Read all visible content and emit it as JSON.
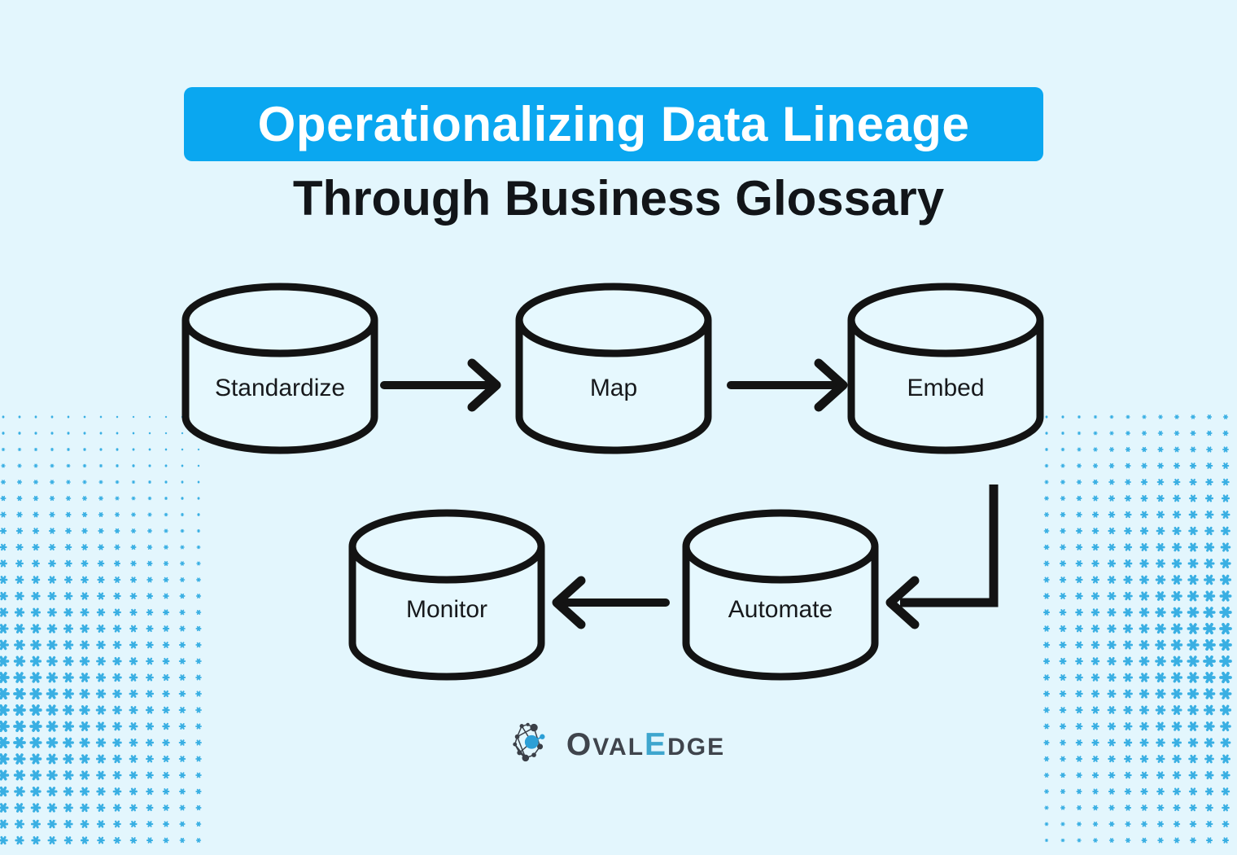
{
  "title": {
    "text": "Operationalizing Data Lineage",
    "bar_color": "#0AA7F0",
    "text_color": "#FFFFFF"
  },
  "subtitle": {
    "text": "Through Business Glossary"
  },
  "flow": {
    "shape": "database-cylinder",
    "steps": [
      {
        "label": "Standardize"
      },
      {
        "label": "Map"
      },
      {
        "label": "Embed"
      },
      {
        "label": "Automate"
      },
      {
        "label": "Monitor"
      }
    ],
    "connections": [
      "Standardize → Map",
      "Map → Embed",
      "Embed → Automate",
      "Automate → Monitor"
    ]
  },
  "brand": {
    "name": "OvalEdge",
    "parts": {
      "o": "O",
      "val": "VAL",
      "e": "E",
      "dge": "DGE"
    },
    "icon": "network-nodes-icon",
    "wordmark_dark": "#3F444C",
    "wordmark_accent": "#3EA6CE",
    "icon_accent": "#2C9FD6"
  },
  "colors": {
    "background": "#E3F6FD",
    "title_bar": "#0AA7F0",
    "outline": "#131313",
    "halftone_dot": "#2AA8E1",
    "cylinder_fill": "#E6F8FE"
  }
}
